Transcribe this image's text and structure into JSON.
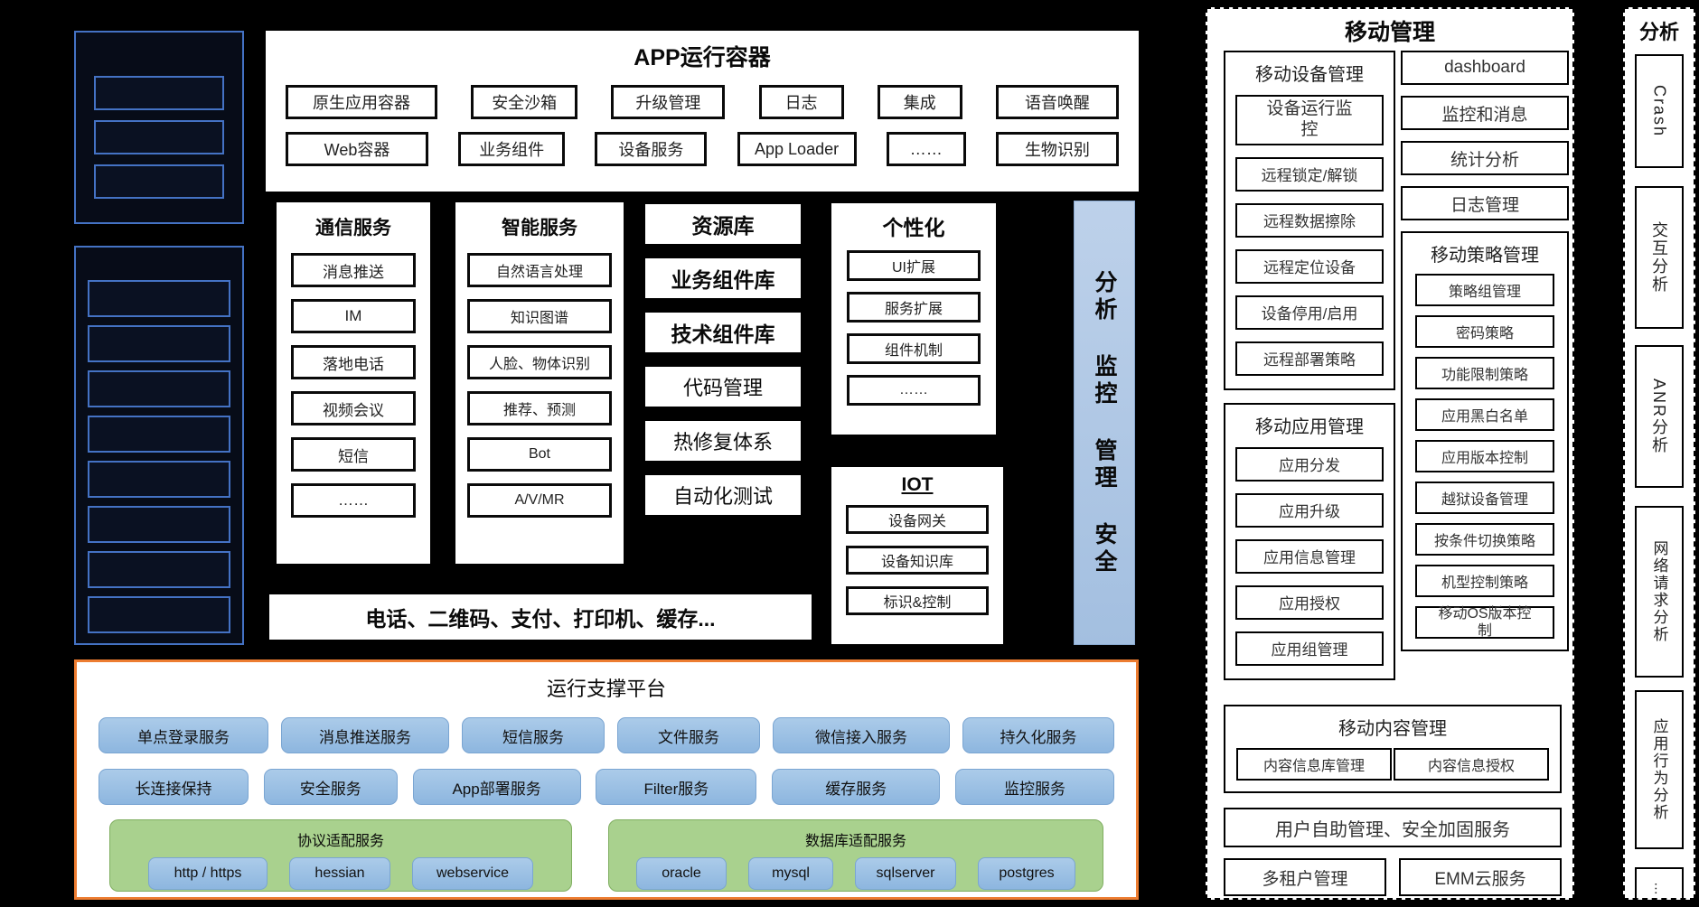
{
  "app_container": {
    "title": "APP运行容器",
    "row1": [
      "原生应用容器",
      "安全沙箱",
      "升级管理",
      "日志",
      "集成",
      "语音唤醒"
    ],
    "row2": [
      "Web容器",
      "业务组件",
      "设备服务",
      "App Loader",
      "……",
      "生物识别"
    ]
  },
  "comm_services": {
    "title": "通信服务",
    "items": [
      "消息推送",
      "IM",
      "落地电话",
      "视频会议",
      "短信",
      "……"
    ]
  },
  "ai_services": {
    "title": "智能服务",
    "items": [
      "自然语言处理",
      "知识图谱",
      "人脸、物体识别",
      "推荐、预测",
      "Bot",
      "A/V/MR"
    ]
  },
  "resource_stack": [
    "资源库",
    "业务组件库",
    "技术组件库",
    "代码管理",
    "热修复体系",
    "自动化测试"
  ],
  "personalization": {
    "title": "个性化",
    "items": [
      "UI扩展",
      "服务扩展",
      "组件机制",
      "……"
    ]
  },
  "iot": {
    "title": "IOT",
    "items": [
      "设备网关",
      "设备知识库",
      "标识&控制"
    ]
  },
  "pillar": {
    "label": "分析 监控 管理 安全"
  },
  "phone_bar": {
    "label": "电话、二维码、支付、打印机、缓存..."
  },
  "runtime_platform": {
    "title": "运行支撑平台",
    "row1": [
      "单点登录服务",
      "消息推送服务",
      "短信服务",
      "文件服务",
      "微信接入服务",
      "持久化服务"
    ],
    "row2": [
      "长连接保持",
      "安全服务",
      "App部署服务",
      "Filter服务",
      "缓存服务",
      "监控服务"
    ],
    "protocol_group": {
      "title": "协议适配服务",
      "items": [
        "http / https",
        "hessian",
        "webservice"
      ]
    },
    "database_group": {
      "title": "数据库适配服务",
      "items": [
        "oracle",
        "mysql",
        "sqlserver",
        "postgres"
      ]
    }
  },
  "mobile_management": {
    "title": "移动管理",
    "device_group": {
      "title": "移动设备管理",
      "items": [
        "设备运行监控",
        "远程锁定/解锁",
        "远程数据擦除",
        "远程定位设备",
        "设备停用/启用",
        "远程部署策略"
      ]
    },
    "monitor_boxes": [
      "dashboard",
      "监控和消息",
      "统计分析",
      "日志管理"
    ],
    "policy_group": {
      "title": "移动策略管理",
      "items": [
        "策略组管理",
        "密码策略",
        "功能限制策略",
        "应用黑白名单",
        "应用版本控制",
        "越狱设备管理",
        "按条件切换策略",
        "机型控制策略",
        "移动OS版本控制"
      ]
    },
    "app_group": {
      "title": "移动应用管理",
      "items": [
        "应用分发",
        "应用升级",
        "应用信息管理",
        "应用授权",
        "应用组管理"
      ]
    },
    "content_group": {
      "title": "移动内容管理",
      "items": [
        "内容信息库管理",
        "内容信息授权"
      ]
    },
    "self_service": "用户自助管理、安全加固服务",
    "bottom_boxes": [
      "多租户管理",
      "EMM云服务"
    ]
  },
  "analysis_panel": {
    "title": "分析",
    "items": [
      "Crash",
      "交互分析",
      "ANR分析",
      "网络请求分析",
      "应用行为分析",
      "…"
    ]
  },
  "colors": {
    "outline_blue": "#4472C4",
    "accent_orange": "#ED7D31",
    "pillar_blue_top": "#bdd1ea",
    "pillar_blue_bottom": "#a3bfe0",
    "btn_blue_top": "#abcbe9",
    "btn_blue_bottom": "#8db6df",
    "btn_blue_border": "#7aa5d2",
    "green_bg": "#A9D18E",
    "green_border": "#7fae60"
  }
}
